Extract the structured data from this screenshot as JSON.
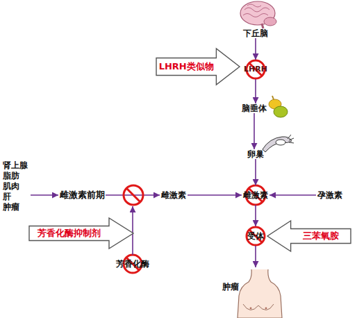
{
  "diagram": {
    "nodes": [
      {
        "text": [
          "下丘脑"
        ]
      },
      {
        "text": [
          "LHRH类似物"
        ]
      },
      {
        "text": [
          "LHRH"
        ]
      },
      {
        "text": [
          "脑垂体"
        ]
      },
      {
        "text": [
          "卵巢"
        ]
      },
      {
        "text": [
          "肾上腺 脂肪 肌肉 肝 肿瘤"
        ]
      },
      {
        "text": [
          "雌激素前期"
        ]
      },
      {
        "text": [
          "雌激素"
        ]
      },
      {
        "text": [
          "雌激素"
        ]
      },
      {
        "text": [
          "孕激素"
        ]
      },
      {
        "text": [
          "芳香化酶抑制剂"
        ]
      },
      {
        "text": [
          "受体"
        ]
      },
      {
        "text": [
          "三苯氧胺"
        ]
      },
      {
        "text": [
          "芳香化酶"
        ]
      },
      {
        "text": [
          "肿瘤"
        ]
      }
    ],
    "edges": [
      {
        "from": 0,
        "to": 2,
        "arrow": "to"
      },
      {
        "from": 2,
        "to": 3,
        "arrow": "to"
      },
      {
        "from": 3,
        "to": 4,
        "arrow": "to"
      },
      {
        "from": 4,
        "to": 8,
        "arrow": "to"
      },
      {
        "from": 5,
        "to": 6,
        "arrow": "to"
      },
      {
        "from": 6,
        "to": 7,
        "arrow": "to"
      },
      {
        "from": 7,
        "to": 8,
        "arrow": "to"
      },
      {
        "from": 9,
        "to": 8,
        "arrow": "to"
      },
      {
        "from": 8,
        "to": 11,
        "arrow": "to"
      },
      {
        "from": 11,
        "to": 14,
        "arrow": "to"
      }
    ]
  }
}
